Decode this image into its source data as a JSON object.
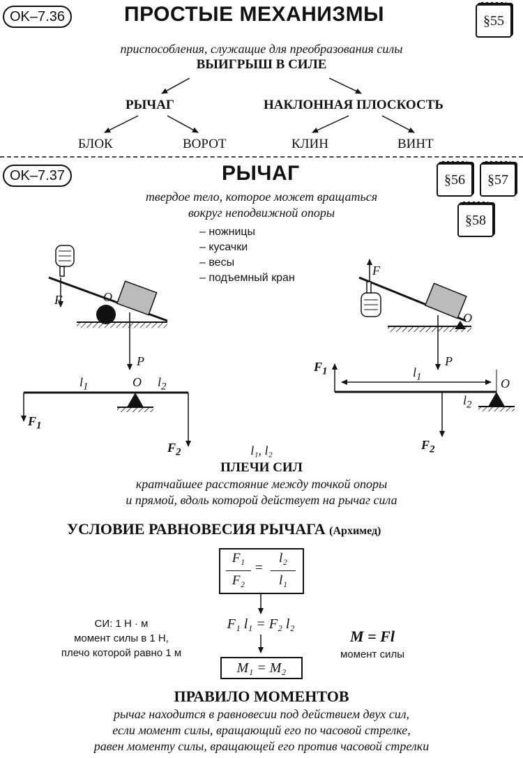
{
  "section1": {
    "code": "OK–7.36",
    "title": "ПРОСТЫЕ МЕХАНИЗМЫ",
    "paragraph": "§55",
    "definition": "приспособления, служащие для преобразования силы",
    "gain": "ВЫИГРЫШ В СИЛЕ",
    "lever": "РЫЧАГ",
    "inclined_plane": "НАКЛОННАЯ ПЛОСКОСТЬ",
    "block": "БЛОК",
    "winch": "ВОРОТ",
    "wedge": "КЛИН",
    "screw": "ВИНТ"
  },
  "section2": {
    "code": "OK–7.37",
    "title": "РЫЧАГ",
    "paragraphs": [
      "§56",
      "§57",
      "§58"
    ],
    "definition_line1": "твердое тело, которое может вращаться",
    "definition_line2": "вокруг неподвижной опоры",
    "examples": [
      "– ножницы",
      "– кусачки",
      "– весы",
      "– подъемный кран"
    ]
  },
  "diagram": {
    "F": "F",
    "P": "P",
    "O": "O",
    "F1": "F",
    "F2": "F",
    "sub1": "1",
    "sub2": "2",
    "l": "l"
  },
  "arms": {
    "symbols": "l₁, l₂",
    "heading": "ПЛЕЧИ СИЛ",
    "def_line1": "кратчайшее расстояние между точкой опоры",
    "def_line2": "и прямой, вдоль которой действует на рычаг сила"
  },
  "equilibrium": {
    "heading": "УСЛОВИЕ РАВНОВЕСИЯ РЫЧАГА",
    "author": "(Архимед)",
    "ratio_num_left": "F₁",
    "ratio_den_left": "F₂",
    "ratio_num_right": "l₂",
    "ratio_den_right": "l₁",
    "eq": "=",
    "product": "F₁ l₁ = F₂ l₂",
    "moments": "M₁ = M₂",
    "si_line1": "СИ: 1 Н · м",
    "si_line2": "момент силы в 1 Н,",
    "si_line3": "плечо которой равно 1 м",
    "moment_formula": "M = Fl",
    "moment_label": "момент силы"
  },
  "rule": {
    "heading": "ПРАВИЛО МОМЕНТОВ",
    "line1": "рычаг находится в равновесии под действием двух сил,",
    "line2": "если момент силы, вращающий его по часовой стрелке,",
    "line3": "равен моменту силы, вращающей его против часовой стрелки"
  }
}
